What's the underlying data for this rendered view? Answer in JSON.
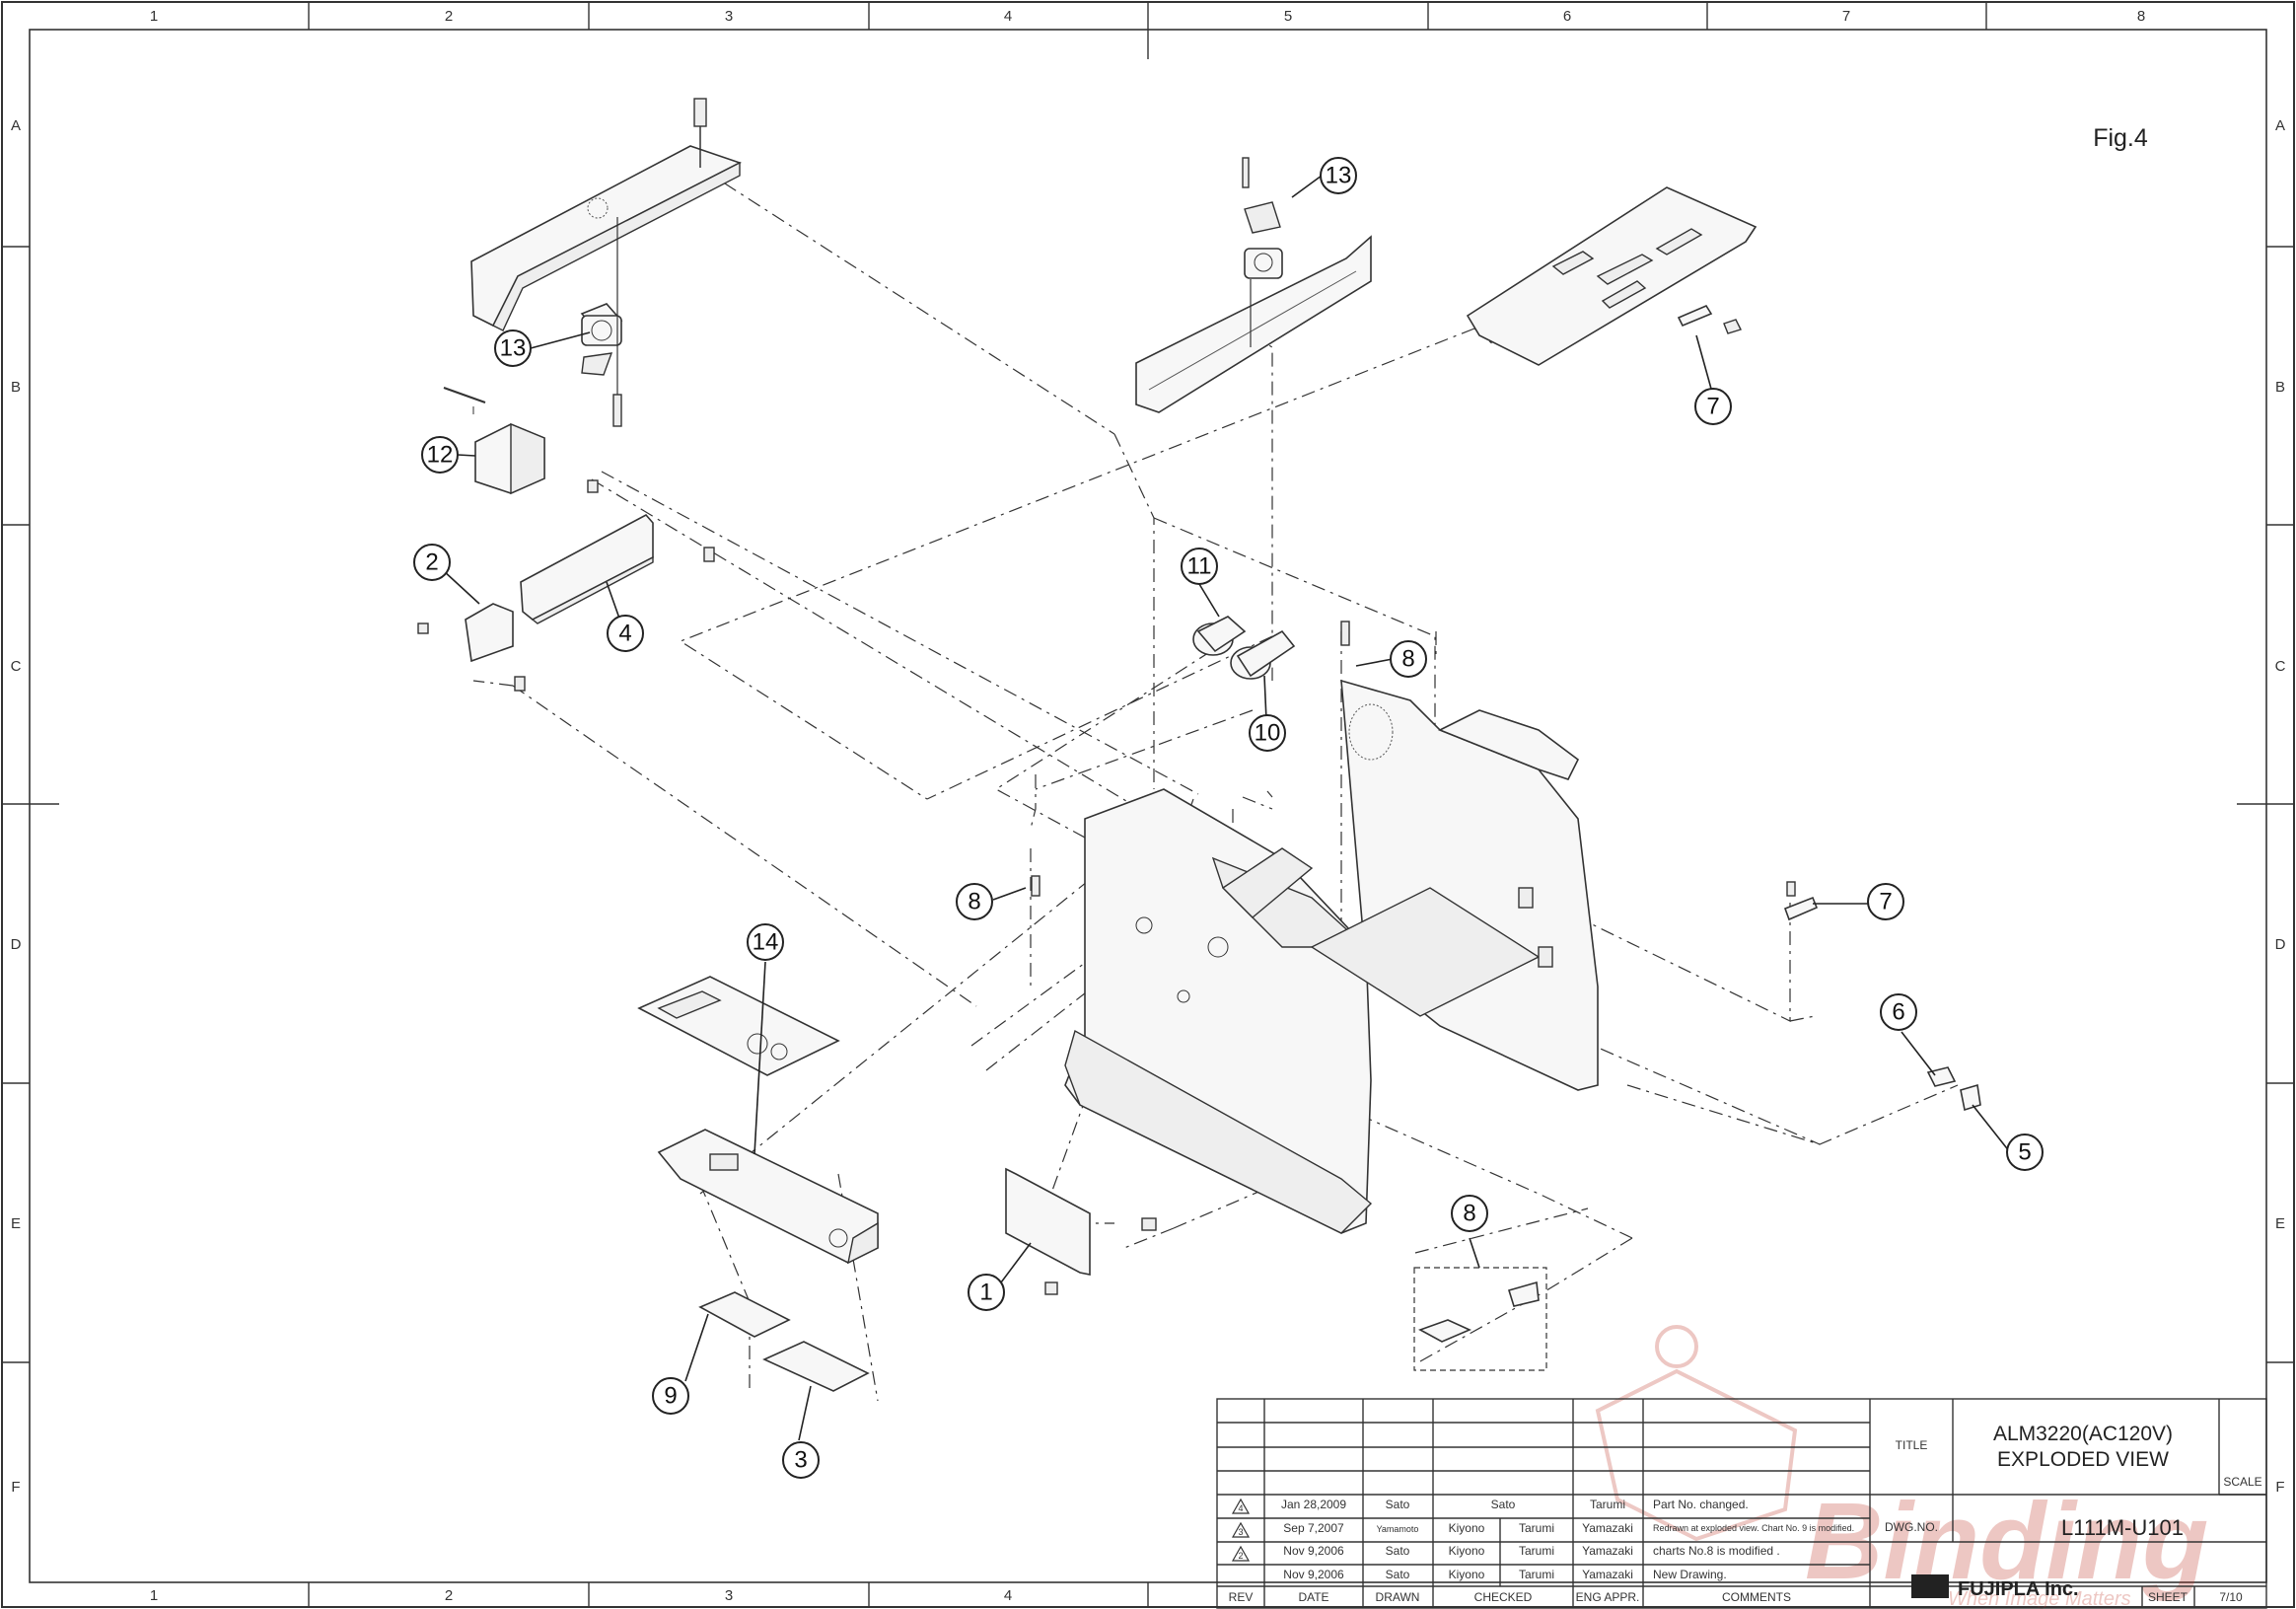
{
  "figure_label": "Fig.4",
  "border": {
    "col_numbers": [
      "1",
      "2",
      "3",
      "4",
      "5",
      "6",
      "7",
      "8"
    ],
    "row_letters": [
      "A",
      "B",
      "C",
      "D",
      "E",
      "F"
    ]
  },
  "callouts": {
    "c1": "1",
    "c2": "2",
    "c3": "3",
    "c4": "4",
    "c5": "5",
    "c6": "6",
    "c7a": "7",
    "c7b": "7",
    "c8a": "8",
    "c8b": "8",
    "c8c": "8",
    "c9": "9",
    "c10": "10",
    "c11": "11",
    "c12": "12",
    "c13a": "13",
    "c13b": "13",
    "c14": "14"
  },
  "title_block": {
    "title_label": "TITLE",
    "title_line1": "ALM3220(AC120V)",
    "title_line2": "EXPLODED VIEW",
    "scale_label": "SCALE",
    "dwg_label": "DWG.NO.",
    "dwg_no": "L111M-U101",
    "company": "FUJIPLA Inc.",
    "sheet_label": "SHEET",
    "sheet_value": "7/10",
    "headers": [
      "REV",
      "DATE",
      "DRAWN",
      "CHECKED",
      "ENG APPR.",
      "COMMENTS"
    ],
    "revisions": [
      {
        "rev": "4",
        "date": "Jan 28,2009",
        "drawn": "Sato",
        "checked": "Sato",
        "appr": "Tarumi",
        "comment": "Part No. changed."
      },
      {
        "rev": "3",
        "date": "Sep 7,2007",
        "drawn": "Yamamoto",
        "checked1": "Kiyono",
        "checked2": "Tarumi",
        "appr": "Yamazaki",
        "comment": "Redrawn at exploded view. Chart No. 9 is modified."
      },
      {
        "rev": "2",
        "date": "Nov 9,2006",
        "drawn": "Sato",
        "checked1": "Kiyono",
        "checked2": "Tarumi",
        "appr": "Yamazaki",
        "comment": "charts No.8 is modified ."
      },
      {
        "rev": "",
        "date": "Nov 9,2006",
        "drawn": "Sato",
        "checked1": "Kiyono",
        "checked2": "Tarumi",
        "appr": "Yamazaki",
        "comment": "New Drawing."
      }
    ]
  },
  "watermark": {
    "brand": "Binding",
    "tagline": "When Image Matters"
  },
  "colors": {
    "line": "#333333",
    "watermark_red": "#c0392b",
    "background": "#ffffff"
  }
}
